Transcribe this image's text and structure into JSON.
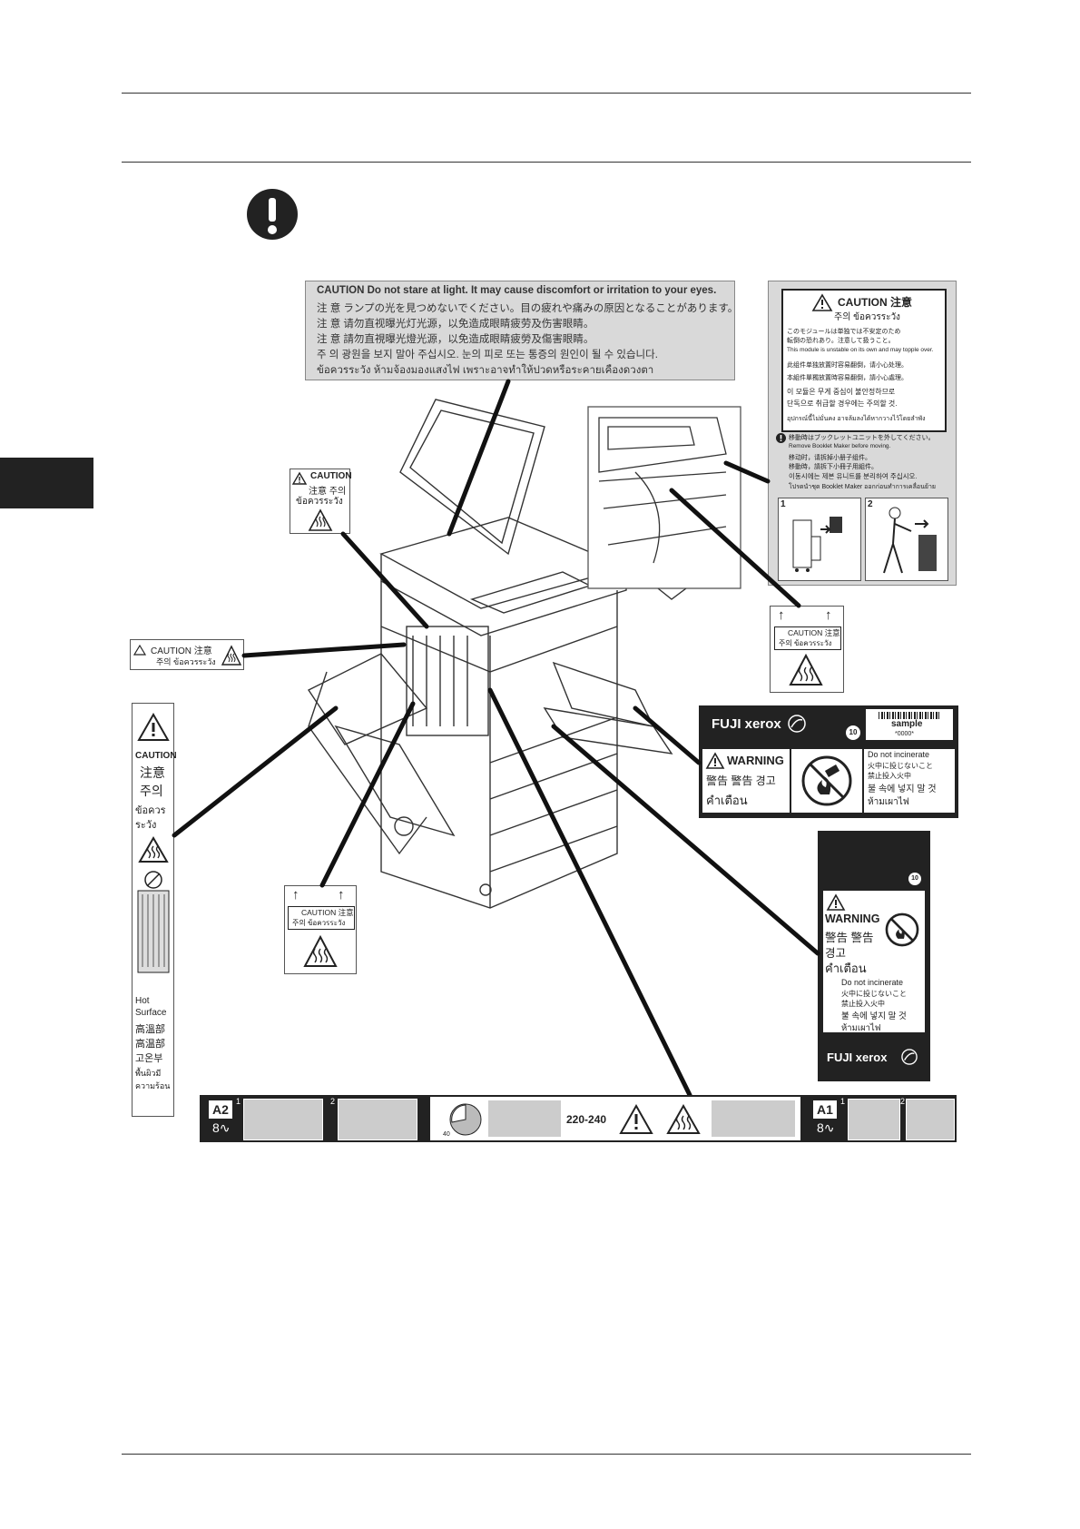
{
  "lamp_label": {
    "lines": [
      "CAUTION  Do not stare at light. It may cause discomfort or irritation to your eyes.",
      "注 意  ランプの光を見つめないでください。目の疲れや痛みの原因となることがあります。",
      "注 意  请勿直视曝光灯光源，以免造成眼睛疲劳及伤害眼睛。",
      "注 意  請勿直視曝光燈光源，以免造成眼睛疲勞及傷害眼睛。",
      "주 의  광원을 보지 말아 주십시오. 눈의 피로 또는 통증의 원인이 될 수 있습니다.",
      "ข้อควรระวัง  ห้ามจ้องมองแสงไฟ เพราะอาจทำให้ปวดหรือระคายเคืองดวงตา"
    ]
  },
  "top_left_caution": {
    "title": "CAUTION",
    "line2": "注意 주의",
    "line3": "ข้อควรระวัง"
  },
  "booklet_label": {
    "title": "CAUTION  注意",
    "subtitle": "주의   ข้อควรระวัง",
    "lines": [
      "このモジュールは単独では不安定のため",
      "転倒の恐れあり。注意して扱うこと。",
      "This module is unstable on its own and may topple over.",
      "此组件单独放置时容易翻倒，请小心处理。",
      "本組件單獨放置時容易翻倒，請小心處理。",
      "이 모듈은 무게 중심이 불안정하므로",
      "단독으로 취급할 경우에는 주의할 것.",
      "อุปกรณ์นี้ไม่มั่นคง อาจล้มลงได้หากวางไว้โดยลำพัง"
    ],
    "notice_lines": [
      "移動時はブックレットユニットを外してください。",
      "Remove Booklet Maker before moving.",
      "移动时，请拆掉小册子组件。",
      "移動時，請拆下小冊子用組件。",
      "이동시에는 제본 유니트를 분리하여 주십시오.",
      "โปรดนำชุด Booklet Maker ออกก่อนทำการเคลื่อนย้าย"
    ],
    "step1": "1",
    "step2": "2"
  },
  "mid_left_caution": {
    "line1": "CAUTION 注意",
    "line2": "주의  ข้อควรระวัง"
  },
  "vertical_label": {
    "lines": [
      "CAUTION",
      "注意",
      "주의",
      "ข้อควร",
      "ระวัง"
    ],
    "hot_lines": [
      "Hot",
      "Surface",
      "高溫部",
      "高温部",
      "고온부",
      "พื้นผิวมี",
      "ความร้อน"
    ]
  },
  "heat_label_right": {
    "title": "CAUTION 注意",
    "line2": "주의 ข้อควรระวัง"
  },
  "heat_label_left": {
    "title": "CAUTION 注意",
    "line2": "주의 ข้อควรระวัง"
  },
  "toner_label": {
    "brand": "FUJI xerox",
    "sample": "sample",
    "serial": "*0000*",
    "badge": "10",
    "warning": "WARNING",
    "warning_cjk": "警告 警告 경고",
    "warning_th": "คำเตือน",
    "incinerate": [
      "Do not incinerate",
      "火中に投じないこと",
      "禁止投入火中",
      "불 속에 넣지 말 것",
      "ห้ามเผาไฟ"
    ]
  },
  "waste_label": {
    "badge": "10",
    "warning": "WARNING",
    "warning_cjk": "警告 警告",
    "warning_kr": "경고",
    "warning_th": "คำเตือน",
    "incinerate": [
      "Do not incinerate",
      "火中に投じないこと",
      "禁止投入火中",
      "불 속에 넣지 말 것",
      "ห้ามเผาไฟ"
    ],
    "brand": "FUJI xerox"
  },
  "bottom_strip": {
    "a2": "A2",
    "a1": "A1",
    "step1": "1",
    "step2": "2",
    "voltage": "220-240",
    "dial": "40"
  },
  "colors": {
    "ink": "#222222",
    "label_gray": "#d9d9d9"
  },
  "icons": [
    "important-icon",
    "warning-triangle-icon",
    "hot-surface-icon",
    "no-fire-icon",
    "arrow-up-icon"
  ]
}
